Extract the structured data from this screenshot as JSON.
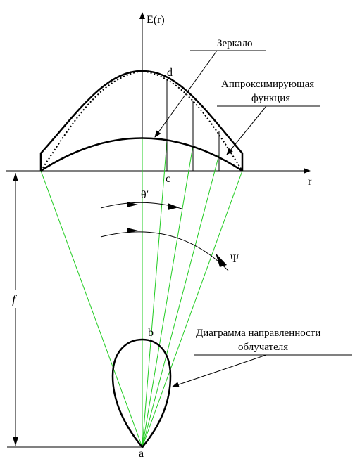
{
  "axes": {
    "vertical_label": "E(r)",
    "horizontal_label": "r"
  },
  "points": {
    "a": "a",
    "b": "b",
    "c": "c",
    "d": "d"
  },
  "angles": {
    "theta": "θ′",
    "psi": "Ψ"
  },
  "focal_label": "f",
  "annotations": {
    "mirror": "Зеркало",
    "approx_line1": "Аппроксимирующая",
    "approx_line2": "функция",
    "pattern_line1": "Диаграмма направленности",
    "pattern_line2": "облучателя"
  },
  "colors": {
    "rays": "#22cc22",
    "ink": "#000000"
  }
}
